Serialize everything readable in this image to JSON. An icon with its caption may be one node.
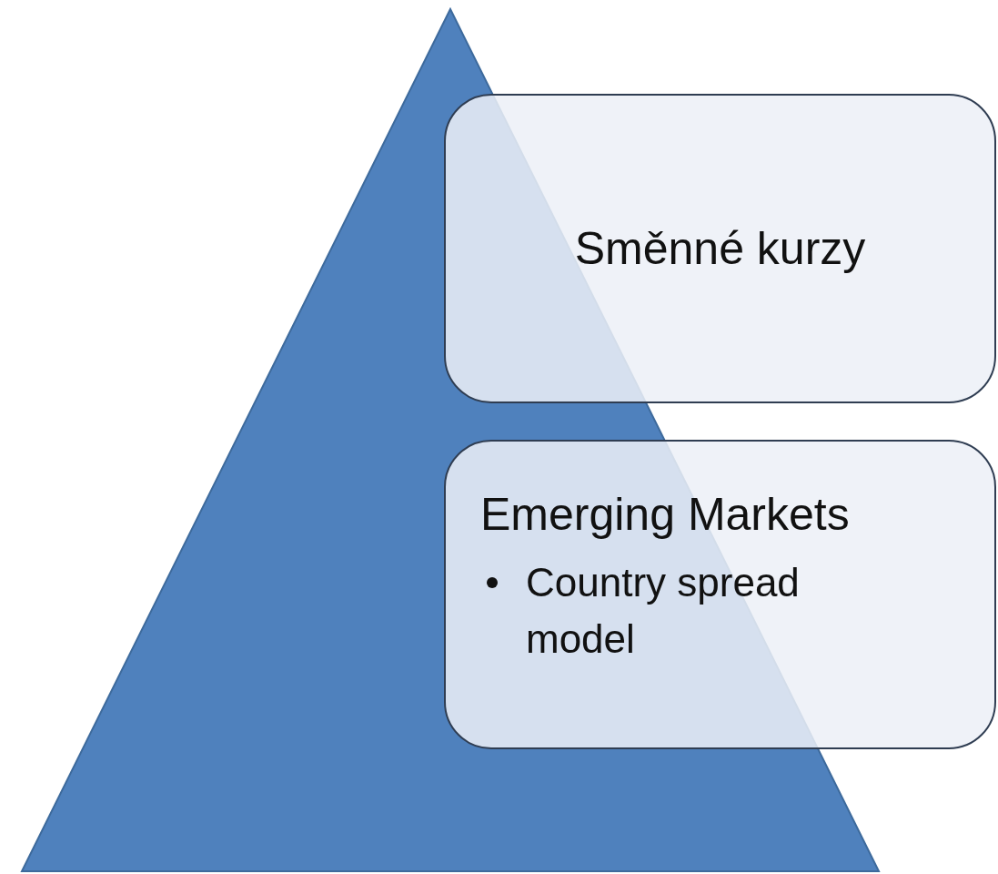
{
  "diagram": {
    "nodes": [
      {
        "text": [],
        "shape": "triangle"
      },
      {
        "text": [
          "Směnné kurzy"
        ]
      },
      {
        "text": [
          "Emerging Markets",
          "Country spread model"
        ]
      }
    ]
  }
}
